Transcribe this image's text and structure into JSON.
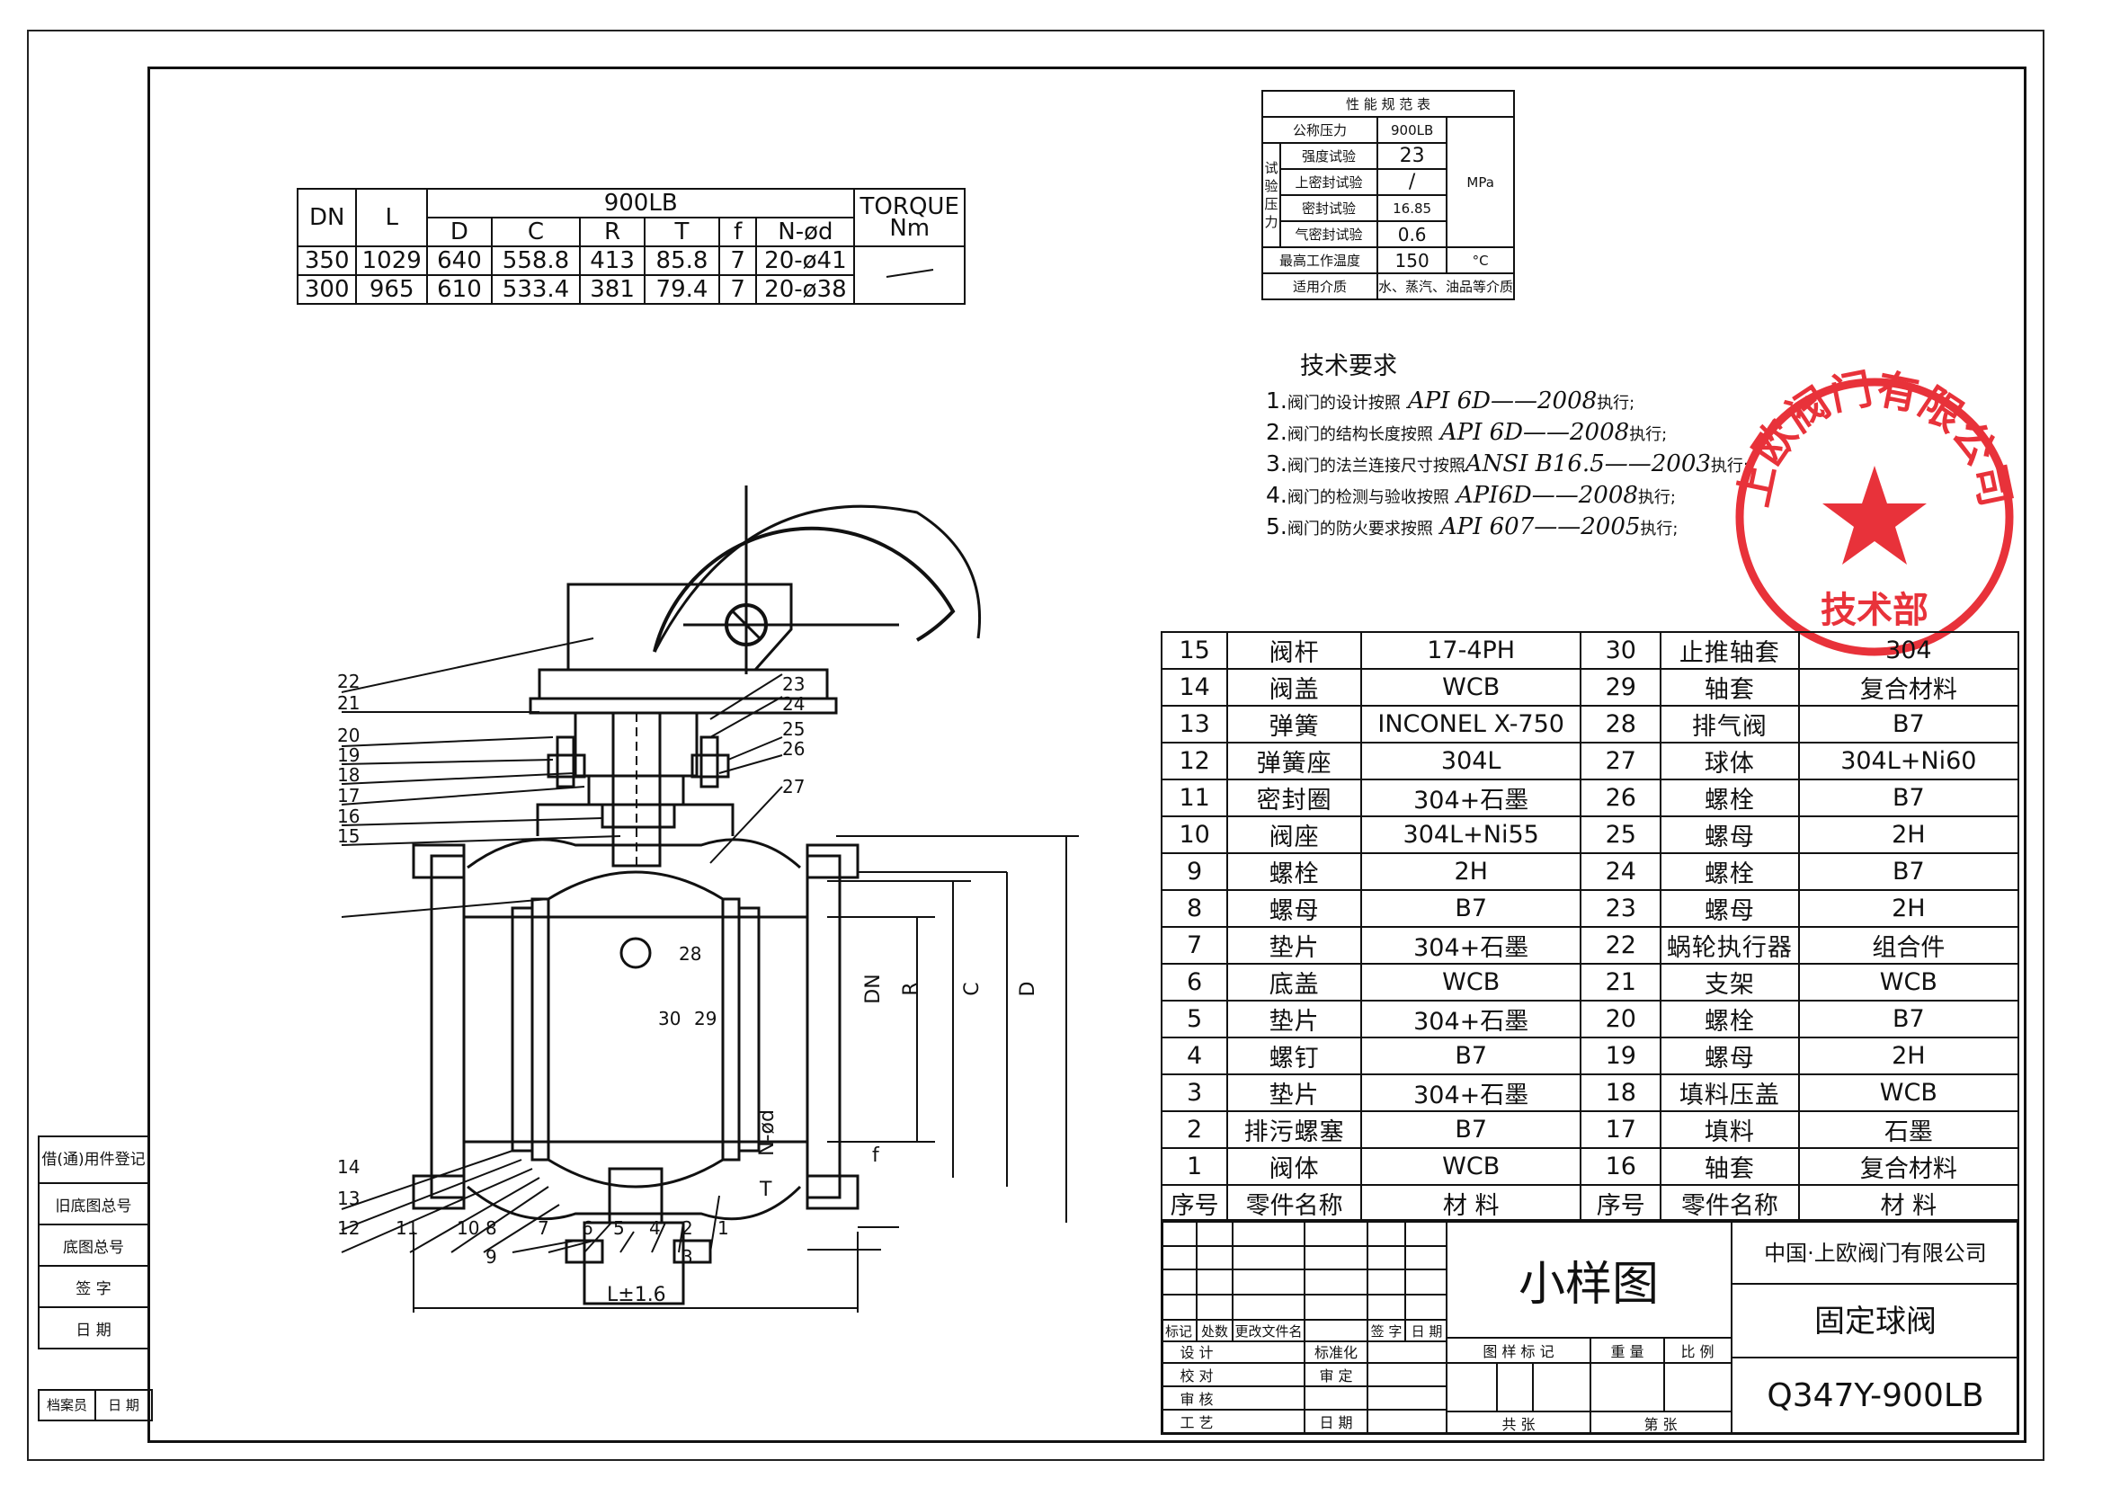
{
  "dims_table": {
    "headers": {
      "dn": "DN",
      "l": "L",
      "class": "900LB",
      "torque": "TORQUE",
      "torque_unit": "Nm",
      "sub": [
        "D",
        "C",
        "R",
        "T",
        "f",
        "N-ød"
      ]
    },
    "rows": [
      {
        "dn": "350",
        "l": "1029",
        "d": "640",
        "c": "558.8",
        "r": "413",
        "t": "85.8",
        "f": "7",
        "n": "20-ø41"
      },
      {
        "dn": "300",
        "l": "965",
        "d": "610",
        "c": "533.4",
        "r": "381",
        "t": "79.4",
        "f": "7",
        "n": "20-ø38"
      }
    ]
  },
  "performance": {
    "title": "性 能 规 范 表",
    "nominal_label": "公称压力",
    "nominal_value": "900LB",
    "test_group": "试验压力",
    "strength_label": "强度试验",
    "strength_value": "23",
    "upper_label": "上密封试验",
    "upper_value": "/",
    "seal_label": "密封试验",
    "seal_value": "16.85",
    "gas_label": "气密封试验",
    "gas_value": "0.6",
    "unit_mpa": "MPa",
    "temp_label": "最高工作温度",
    "temp_value": "150",
    "temp_unit": "°C",
    "media_label": "适用介质",
    "media_value": "水、蒸汽、油品等介质"
  },
  "tech_req": {
    "title": "技术要求",
    "items": [
      {
        "no": "1.",
        "text": "阀门的设计按照",
        "std": "API 6D——2008",
        "tail": "执行;"
      },
      {
        "no": "2.",
        "text": "阀门的结构长度按照",
        "std": "API 6D——2008",
        "tail": "执行;"
      },
      {
        "no": "3.",
        "text": "阀门的法兰连接尺寸按照",
        "std": "ANSI B16.5——2003",
        "tail": "执行;"
      },
      {
        "no": "4.",
        "text": "阀门的检测与验收按照",
        "std": "API6D——2008",
        "tail": "执行;"
      },
      {
        "no": "5.",
        "text": "阀门的防火要求按照",
        "std": "API 607——2005",
        "tail": "执行;"
      }
    ]
  },
  "stamp": {
    "text": "上欧阀门有限公司",
    "dept": "技术部",
    "color": "#e8323a"
  },
  "parts": {
    "rows": [
      {
        "n1": "15",
        "p1": "阀杆",
        "m1": "17-4PH",
        "n2": "30",
        "p2": "止推轴套",
        "m2": "304"
      },
      {
        "n1": "14",
        "p1": "阀盖",
        "m1": "WCB",
        "n2": "29",
        "p2": "轴套",
        "m2": "复合材料"
      },
      {
        "n1": "13",
        "p1": "弹簧",
        "m1": "INCONEL X-750",
        "n2": "28",
        "p2": "排气阀",
        "m2": "B7"
      },
      {
        "n1": "12",
        "p1": "弹簧座",
        "m1": "304L",
        "n2": "27",
        "p2": "球体",
        "m2": "304L+Ni60"
      },
      {
        "n1": "11",
        "p1": "密封圈",
        "m1": "304+石墨",
        "n2": "26",
        "p2": "螺栓",
        "m2": "B7"
      },
      {
        "n1": "10",
        "p1": "阀座",
        "m1": "304L+Ni55",
        "n2": "25",
        "p2": "螺母",
        "m2": "2H"
      },
      {
        "n1": "9",
        "p1": "螺栓",
        "m1": "2H",
        "n2": "24",
        "p2": "螺栓",
        "m2": "B7"
      },
      {
        "n1": "8",
        "p1": "螺母",
        "m1": "B7",
        "n2": "23",
        "p2": "螺母",
        "m2": "2H"
      },
      {
        "n1": "7",
        "p1": "垫片",
        "m1": "304+石墨",
        "n2": "22",
        "p2": "蜗轮执行器",
        "m2": "组合件"
      },
      {
        "n1": "6",
        "p1": "底盖",
        "m1": "WCB",
        "n2": "21",
        "p2": "支架",
        "m2": "WCB"
      },
      {
        "n1": "5",
        "p1": "垫片",
        "m1": "304+石墨",
        "n2": "20",
        "p2": "螺栓",
        "m2": "B7"
      },
      {
        "n1": "4",
        "p1": "螺钉",
        "m1": "B7",
        "n2": "19",
        "p2": "螺母",
        "m2": "2H"
      },
      {
        "n1": "3",
        "p1": "垫片",
        "m1": "304+石墨",
        "n2": "18",
        "p2": "填料压盖",
        "m2": "WCB"
      },
      {
        "n1": "2",
        "p1": "排污螺塞",
        "m1": "B7",
        "n2": "17",
        "p2": "填料",
        "m2": "石墨"
      },
      {
        "n1": "1",
        "p1": "阀体",
        "m1": "WCB",
        "n2": "16",
        "p2": "轴套",
        "m2": "复合材料"
      }
    ],
    "header": {
      "no": "序号",
      "name": "零件名称",
      "mat": "材  料"
    }
  },
  "title_block": {
    "drawing_name": "小样图",
    "company": "中国·上欧阀门有限公司",
    "product": "固定球阀",
    "model": "Q347Y-900LB",
    "rev_headers": [
      "标记",
      "处数",
      "更改文件名",
      "签 字",
      "日 期"
    ],
    "roles": [
      "设 计",
      "校 对",
      "审 核",
      "工 艺"
    ],
    "std_label": "标准化",
    "approve_label": "审 定",
    "date_label": "日 期",
    "mark_label": "图 样 标 记",
    "weight_label": "重 量",
    "scale_label": "比 例",
    "total_label": "共  张",
    "sheet_label": "第  张"
  },
  "side_block": [
    "借(通)用件登记",
    "旧底图总号",
    "底图总号",
    "签 字",
    "日 期"
  ],
  "side_bottom": {
    "archive": "档案员",
    "date": "日 期"
  },
  "drawing": {
    "labels_left": [
      "22",
      "21",
      "20",
      "19",
      "18",
      "17",
      "16",
      "15",
      "14",
      "13",
      "12",
      "11",
      "10",
      "8",
      "9",
      "7",
      "6",
      "5",
      "4",
      "2",
      "3",
      "1"
    ],
    "labels_right": [
      "23",
      "24",
      "25",
      "26",
      "27"
    ],
    "center_labels": [
      "28",
      "30",
      "29"
    ],
    "dims": {
      "dn": "DN",
      "r": "R",
      "c": "C",
      "d": "D",
      "nd": "N-ød",
      "f": "f",
      "t": "T",
      "l": "L±1.6"
    }
  }
}
